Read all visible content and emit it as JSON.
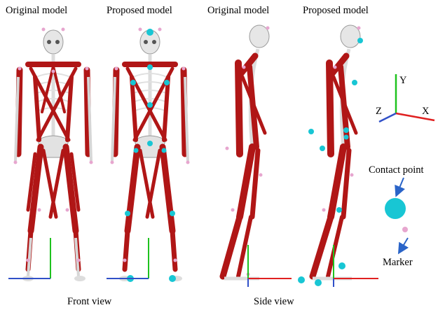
{
  "panels": [
    {
      "title": "Original model",
      "view": "front"
    },
    {
      "title": "Proposed model",
      "view": "front"
    },
    {
      "title": "Original model",
      "view": "side"
    },
    {
      "title": "Proposed model",
      "view": "side"
    }
  ],
  "captions": {
    "front": "Front view",
    "side": "Side view"
  },
  "axes": {
    "y": "Y",
    "z": "Z",
    "x": "X"
  },
  "legend": {
    "contact_point": "Contact point",
    "marker": "Marker"
  },
  "colors": {
    "muscle": "#b01616",
    "bone": "#e6e6e6",
    "contact_point": "#18c6d4",
    "marker": "#e7a6cf",
    "axis_x": "#e02020",
    "axis_y": "#1ec21e",
    "axis_z": "#3050c8"
  }
}
